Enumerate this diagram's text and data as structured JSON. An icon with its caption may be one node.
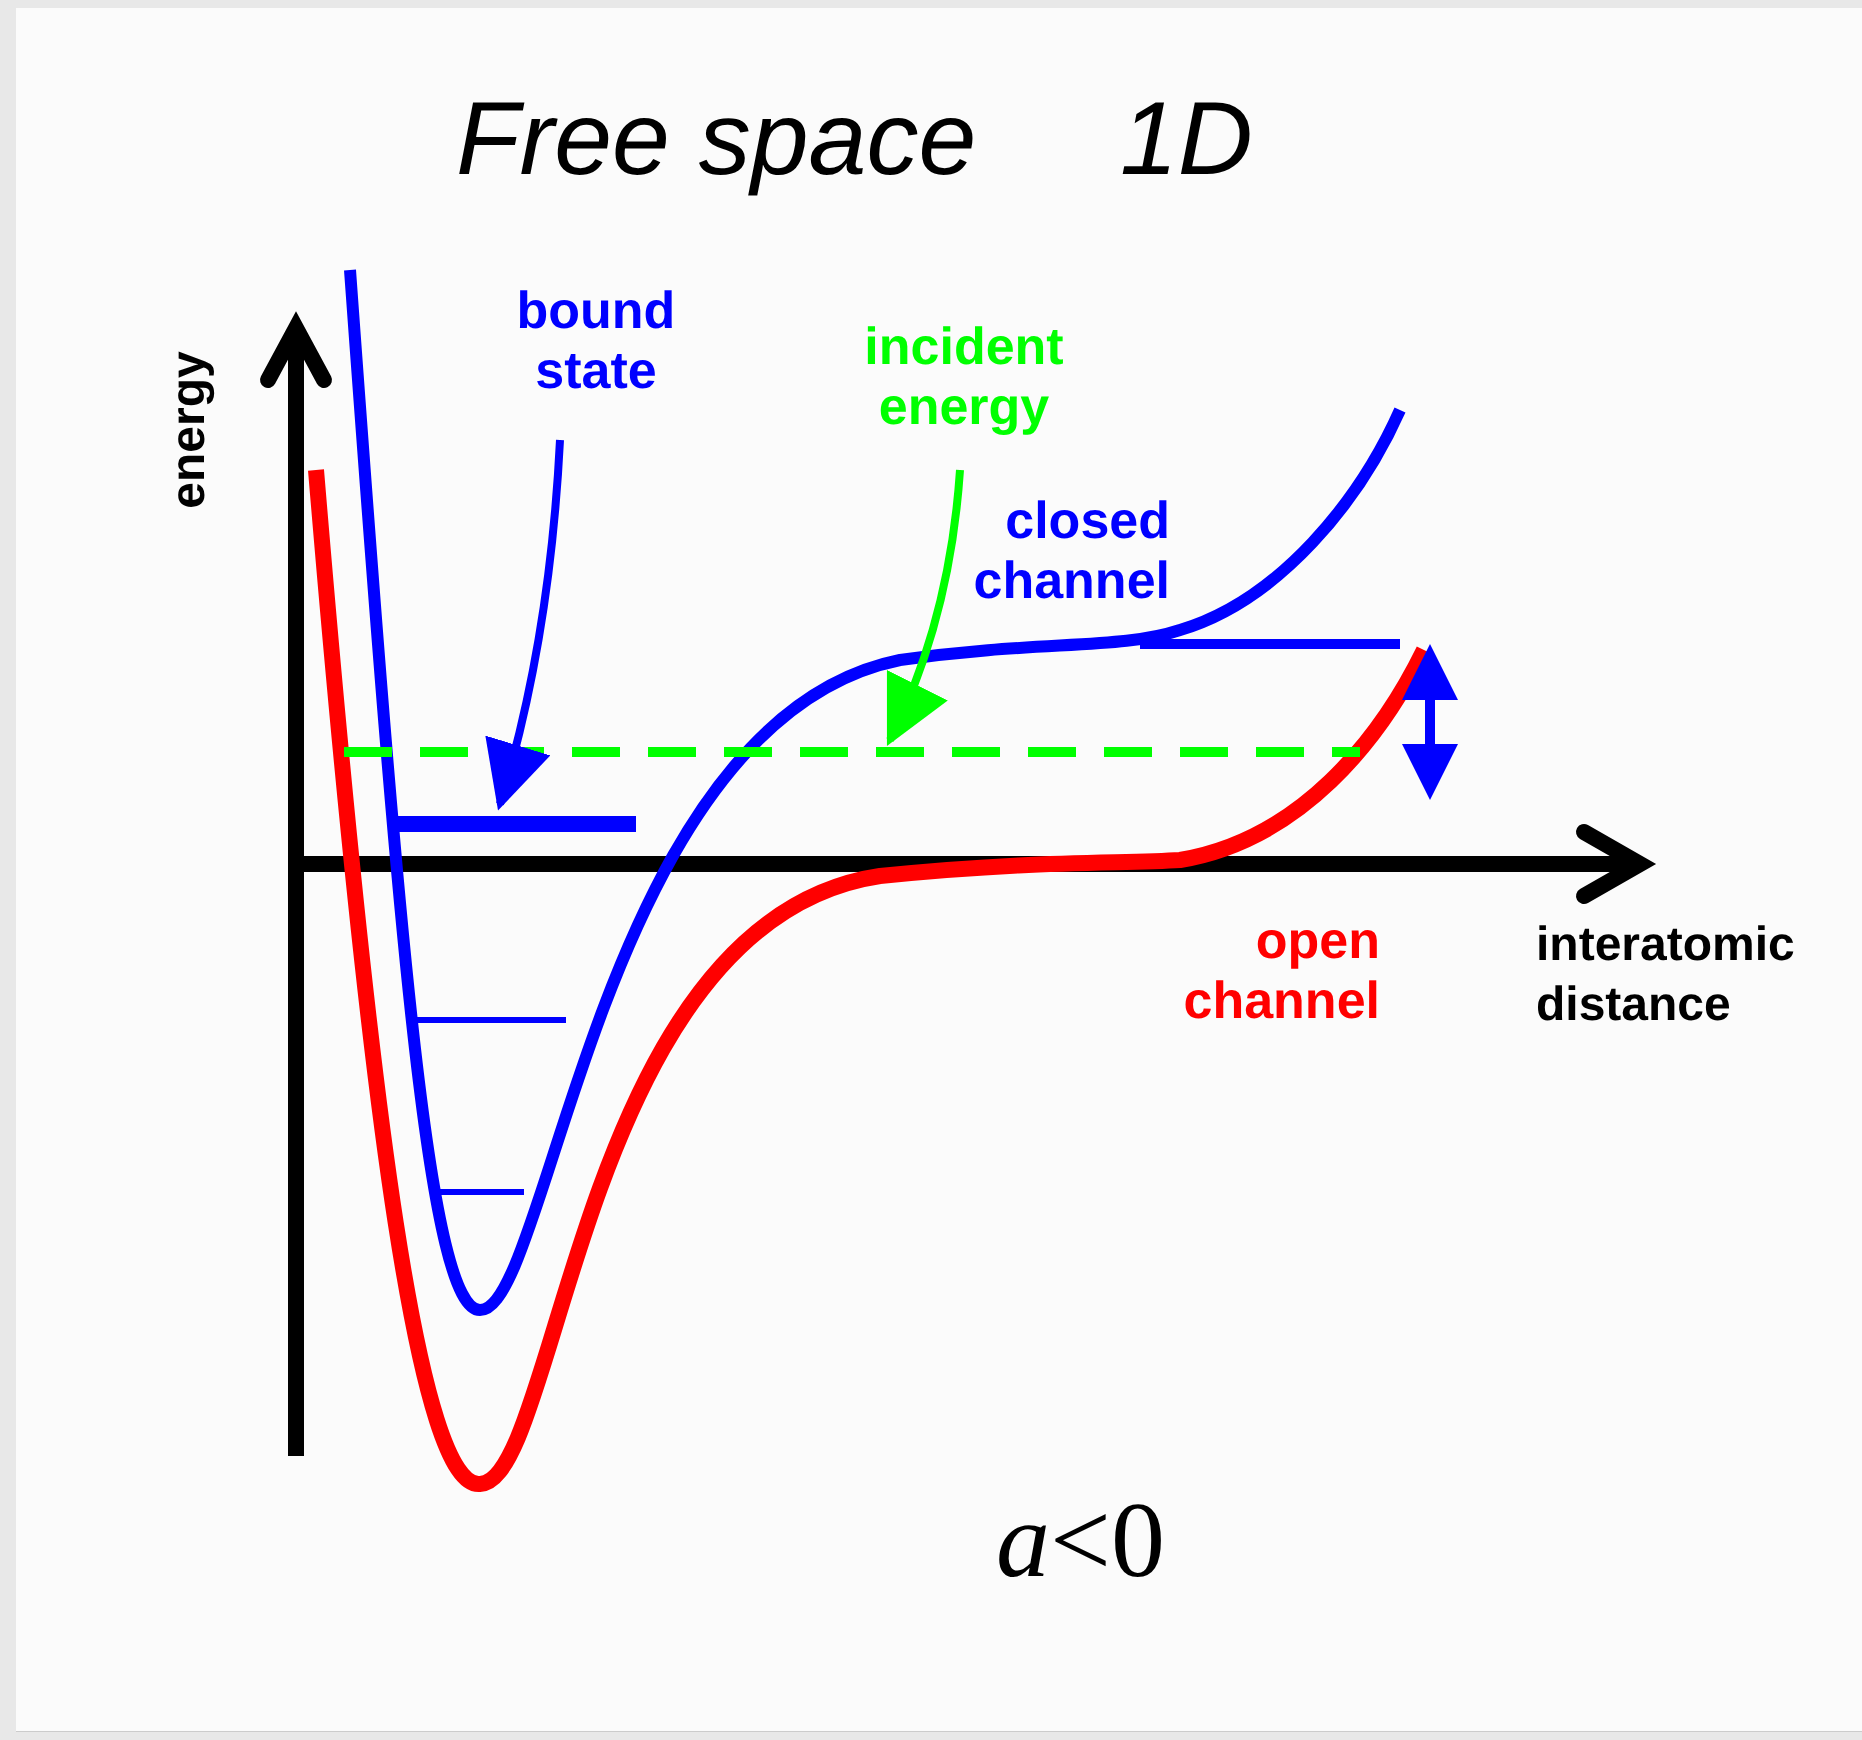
{
  "diagram": {
    "title": "Free space",
    "nodes": [
      {
        "text": [
          "bound state"
        ]
      },
      {
        "text": [],
        "shape": "bar"
      },
      {
        "text": [
          "incident energy"
        ]
      },
      {
        "text": [],
        "shape": "bar"
      }
    ],
    "edges": [
      {
        "from": 0,
        "to": 3,
        "arrow": "to",
        "color": "#0000ff"
      },
      {
        "from": 2,
        "to": 1,
        "arrow": "to",
        "color": "#00ff00"
      }
    ],
    "labels": [
      "1D",
      "energy",
      "closed channel",
      "interatomic distance",
      "open channel",
      "*a*<0"
    ]
  }
}
